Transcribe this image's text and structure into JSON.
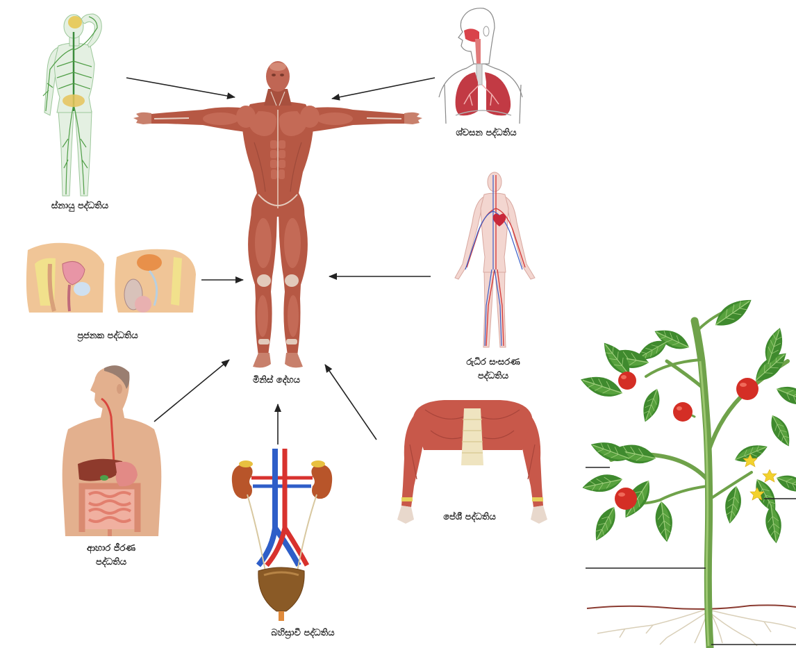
{
  "labels": {
    "nervous_system": "ස්නායු පද්ධතිය",
    "respiratory_system": "ශ්වසන පද්ධතිය",
    "reproductive_system": "ප්‍රජනක පද්ධතිය",
    "circulatory_system_line1": "රුධිර සංසරණ",
    "circulatory_system_line2": "පද්ධතිය",
    "human_body": "මිනිස් දේහය",
    "digestive_system_line1": "ආහාර ජීරණ",
    "digestive_system_line2": "පද්ධතිය",
    "muscular_system": "පේශී පද්ධතිය",
    "excretory_system": "බහිස්‍රාවී පද්ධතිය"
  },
  "illustrations": {
    "center": "muscular-human-figure",
    "nervous": "nervous-system-figure",
    "respiratory": "respiratory-system-figure",
    "reproductive": "reproductive-system-figure",
    "circulatory": "circulatory-system-figure",
    "digestive": "digestive-system-figure",
    "excretory": "excretory-system-figure",
    "muscular": "muscular-system-arms-figure",
    "plant": "tomato-plant"
  },
  "colors": {
    "background": "#ffffff",
    "arrow": "#222222",
    "label_text": "#1f1f1f",
    "muscle": "#b65844",
    "leaf": "#3f8a2e",
    "tomato": "#d42e25"
  }
}
